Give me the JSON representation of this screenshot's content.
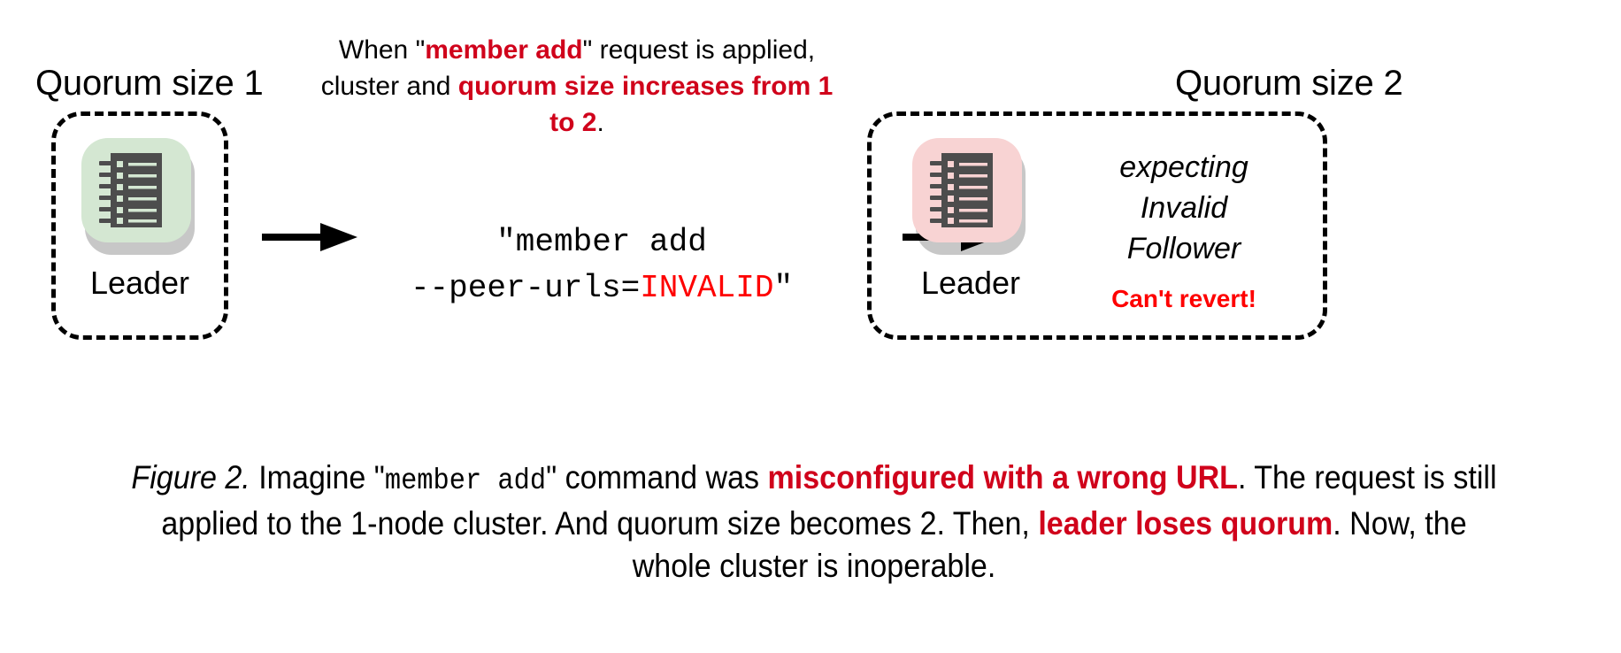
{
  "figure": {
    "top_note": {
      "segments": [
        {
          "text": "When \"",
          "style": "plain"
        },
        {
          "text": "member add",
          "style": "red-bold"
        },
        {
          "text": "\" request is applied, cluster and ",
          "style": "plain"
        },
        {
          "text": "quorum size increases from 1 to 2",
          "style": "red-bold"
        },
        {
          "text": ".",
          "style": "plain"
        }
      ],
      "plain_text": "When \"member add\" request is applied, cluster and quorum size increases from 1 to 2."
    },
    "left_cluster": {
      "title": "Quorum size 1",
      "node_label": "Leader",
      "node_icon": "server-rack-icon",
      "icon_bg_color": "#d4e7d2",
      "icon_body_color": "#4d4d4d"
    },
    "right_cluster": {
      "title": "Quorum size 2",
      "node_label": "Leader",
      "node_icon": "server-rack-icon",
      "icon_bg_color": "#f8d3d3",
      "icon_body_color": "#4d4d4d",
      "status_lines": [
        "expecting",
        "Invalid",
        "Follower"
      ],
      "status_line_1": "expecting",
      "status_line_2": "Invalid",
      "status_line_3": "Follower",
      "warning": "Can't revert!",
      "warning_color": "#fe0000"
    },
    "command": {
      "line1": "\"member add",
      "line2_prefix": "--peer-urls=",
      "line2_value": "INVALID",
      "line2_suffix": "\"",
      "value_color": "#fe0000",
      "full_text": "\"member add --peer-urls=INVALID\""
    },
    "arrows": {
      "left_arrow": "arrow-right-icon",
      "right_arrow": "arrow-right-icon",
      "color": "#000000"
    },
    "caption": {
      "figure_number": "Figure 2.",
      "segments": [
        {
          "text": "Figure 2.",
          "style": "italic"
        },
        {
          "text": " Imagine \"",
          "style": "plain"
        },
        {
          "text": "member add",
          "style": "mono"
        },
        {
          "text": "\" command was ",
          "style": "plain"
        },
        {
          "text": "misconfigured with a wrong URL",
          "style": "red-bold"
        },
        {
          "text": ". The request is still applied to the 1-node cluster. And quorum size becomes 2. Then, ",
          "style": "plain"
        },
        {
          "text": "leader loses quorum",
          "style": "red-bold"
        },
        {
          "text": ". Now, the whole cluster is inoperable.",
          "style": "plain"
        }
      ],
      "plain_text": "Figure 2. Imagine \"member add\" command was misconfigured with a wrong URL. The request is still applied to the 1-node cluster. And quorum size becomes 2. Then, leader loses quorum. Now, the whole cluster is inoperable."
    },
    "colors": {
      "accent_red": "#d0021b",
      "bright_red": "#fe0000",
      "background": "#ffffff",
      "stroke": "#000000"
    }
  }
}
